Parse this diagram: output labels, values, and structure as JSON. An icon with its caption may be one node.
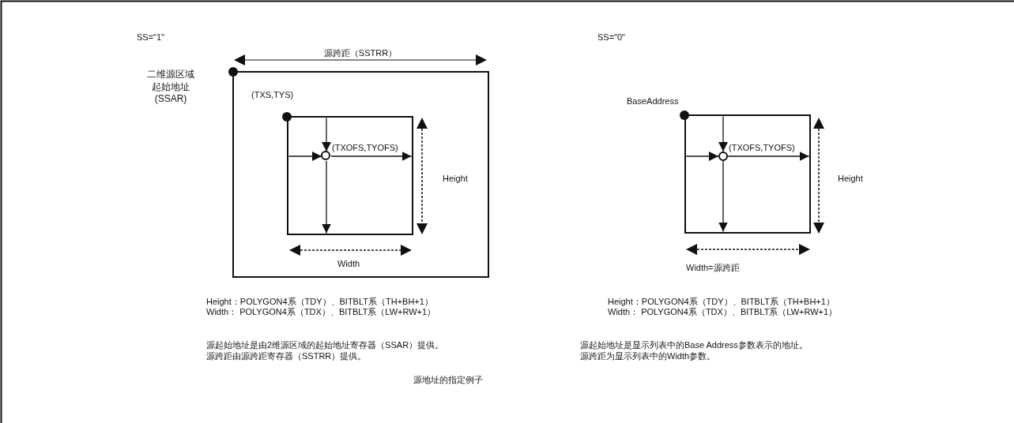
{
  "diagram": {
    "caption": "源地址的指定例子",
    "nodes": [
      {
        "text": [],
        "shape": "box"
      },
      {
        "text": [],
        "shape": "box",
        "in": 0
      },
      {
        "text": [],
        "shape": "circle",
        "in": 1,
        "beside": [
          "(TXOFS,TYOFS)"
        ]
      },
      {
        "text": [],
        "shape": "box"
      },
      {
        "text": [],
        "shape": "circle",
        "in": 3,
        "beside": [
          "(TXOFS,TYOFS)"
        ]
      }
    ],
    "edges": [
      {
        "from": 1,
        "to": 2,
        "arrow": "to"
      },
      {
        "from": 1,
        "to": 2,
        "arrow": "to"
      },
      {
        "from": 2,
        "to": 1,
        "arrow": "to"
      },
      {
        "from": 2,
        "to": 1,
        "arrow": "to"
      },
      {
        "from": 3,
        "to": 4,
        "arrow": "to"
      },
      {
        "from": 3,
        "to": 4,
        "arrow": "to"
      },
      {
        "from": 4,
        "to": 3,
        "arrow": "to"
      },
      {
        "from": 4,
        "to": 3,
        "arrow": "to"
      }
    ],
    "labels": [
      "SS=\"1\"",
      "SS=\"0\"",
      "源跨距（SSTRR）",
      "二维源区域起始地址 (SSAR)",
      "(TXS,TYS)",
      "BaseAddress",
      "Height",
      "Height",
      "Width",
      "Width=源跨距",
      "Height：POLYGON4系（TDY）、BITBLT系（TH+BH+1）",
      "Width： POLYGON4系（TDX）、BITBLT系（LW+RW+1）",
      "Height：POLYGON4系（TDY）、BITBLT系（TH+BH+1）",
      "Width： POLYGON4系（TDX）、BITBLT系（LW+RW+1）",
      "源起始地址是由2维源区域的起始地址寄存器（SSAR）提供。",
      "源跨距由源跨距寄存器（SSTRR）提供。",
      "源起始地址是显示列表中的Base Address参数表示的地址。",
      "源跨距为显示列表中的Width参数。"
    ]
  }
}
